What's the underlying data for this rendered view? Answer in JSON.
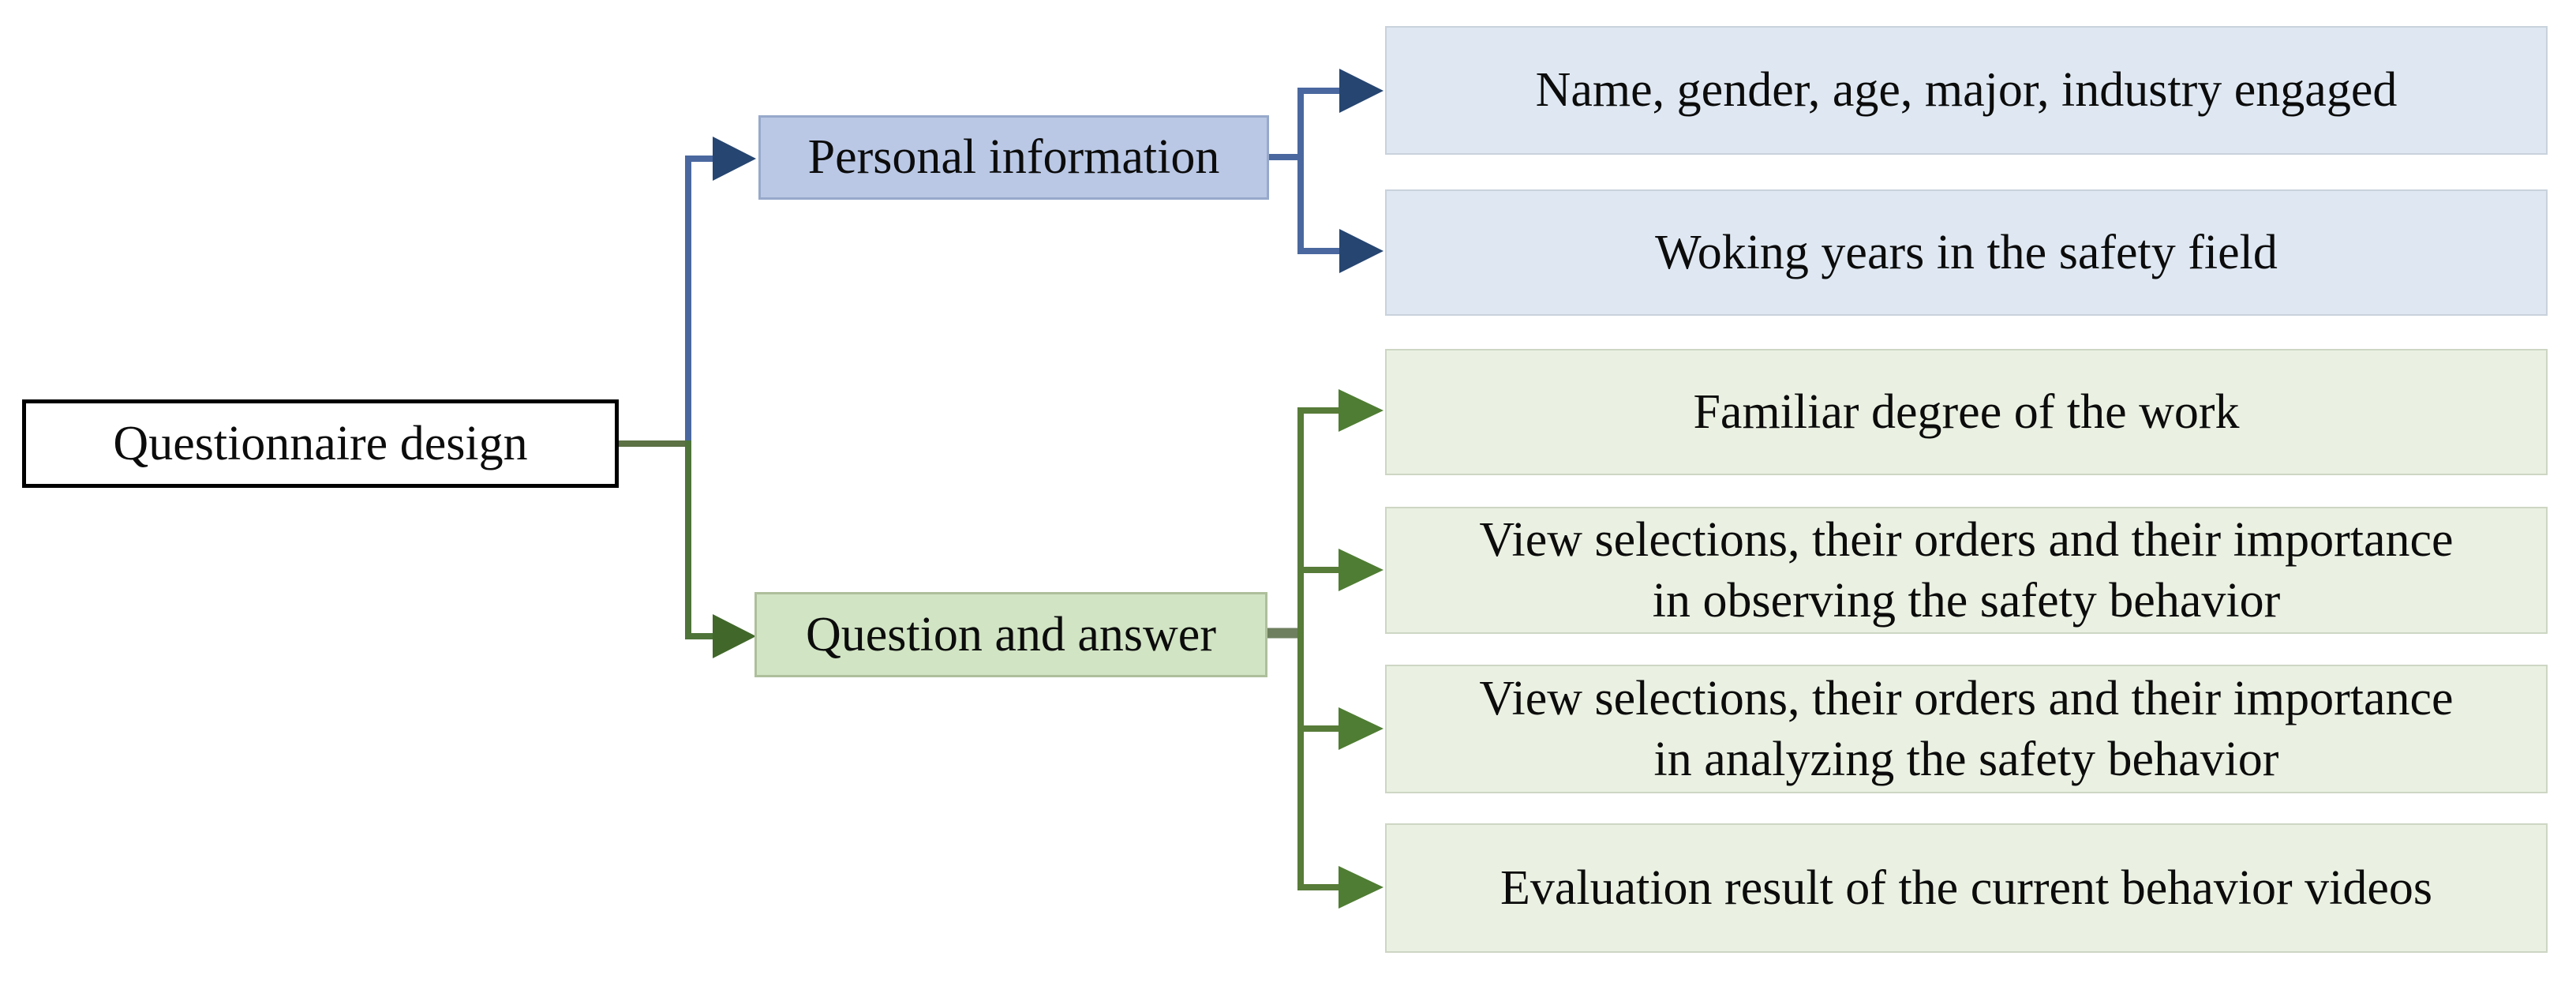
{
  "diagram": {
    "title": "Questionnaire design flowchart",
    "root_label": "Questionnaire design",
    "branches": [
      {
        "label": "Personal information",
        "theme": "blue",
        "children": [
          {
            "lines": [
              "Name, gender, age, major, industry engaged"
            ]
          },
          {
            "lines": [
              "Woking years in the safety field"
            ]
          }
        ]
      },
      {
        "label": "Question and answer",
        "theme": "green",
        "children": [
          {
            "lines": [
              "Familiar degree of the work"
            ]
          },
          {
            "lines": [
              "View selections, their orders and  their importance",
              "in observing the safety behavior"
            ]
          },
          {
            "lines": [
              "View selections, their orders and  their importance",
              "in analyzing the safety behavior"
            ]
          },
          {
            "lines": [
              "Evaluation result of the current behavior videos"
            ]
          }
        ]
      }
    ],
    "colors": {
      "root_fill": "#ffffff",
      "root_border": "#000000",
      "blue_parent_fill": "#bac8e5",
      "blue_parent_border": "#97a9cb",
      "blue_child_fill": "#dfe8f2",
      "blue_child_border": "#c9d2dc",
      "green_parent_fill": "#d1e4c4",
      "green_parent_border": "#aebf9c",
      "green_child_fill": "#eaf1e2",
      "green_child_border": "#cdd6c3",
      "blue_line": "#4a689f",
      "blue_arrowhead": "#264570",
      "green_line": "#577b38",
      "green_dark_line": "#4e7439",
      "green_arrowhead": "#4f7d33",
      "qa_arrowhead": "#41682a",
      "olive_stub": "#5c7144",
      "gray_green_stub": "#6e7f5f",
      "text": "#0c0c0c"
    }
  }
}
